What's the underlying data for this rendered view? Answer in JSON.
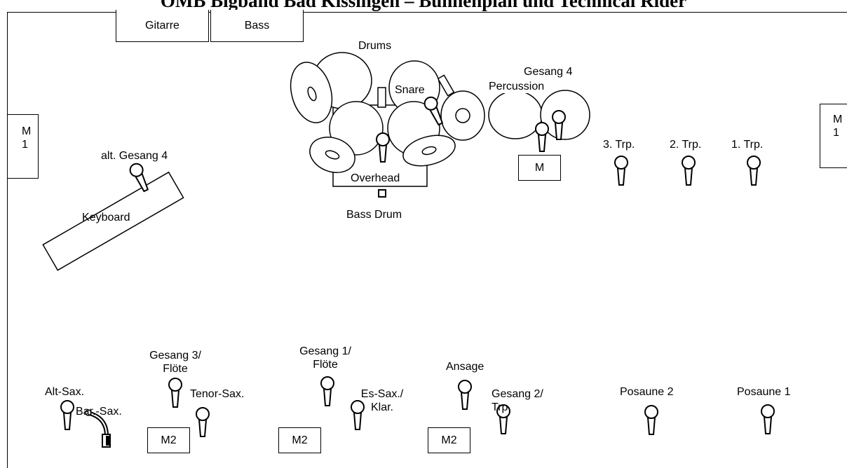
{
  "title": "OMB Bigband Bad Kissingen – Bühnenplan und Technical Rider",
  "stage_boxes": {
    "gitarre": "Gitarre",
    "bass": "Bass",
    "monitor_left": "M\n1",
    "monitor_right": "M\n1",
    "monitor_percussion": "M",
    "m2_left": "M2",
    "m2_center": "M2",
    "m2_right": "M2"
  },
  "drums": {
    "label": "Drums",
    "snare": "Snare",
    "overhead": "Overhead",
    "bass_drum": "Bass Drum"
  },
  "percussion": "Percussion",
  "labels": {
    "gesang4": "Gesang 4",
    "alt_gesang4": "alt. Gesang 4",
    "keyboard": "Keyboard",
    "trp3": "3. Trp.",
    "trp2": "2. Trp.",
    "trp1": "1. Trp.",
    "alt_sax": "Alt-Sax.",
    "bar_sax": "Bar.-Sax.",
    "gesang3": "Gesang 3/\nFlöte",
    "tenor_sax": "Tenor-Sax.",
    "gesang1": "Gesang 1/\nFlöte",
    "es_sax": "Es-Sax./\nKlar.",
    "ansage": "Ansage",
    "gesang2": "Gesang 2/\nTrp.",
    "posaune2": "Posaune 2",
    "posaune1": "Posaune 1"
  }
}
